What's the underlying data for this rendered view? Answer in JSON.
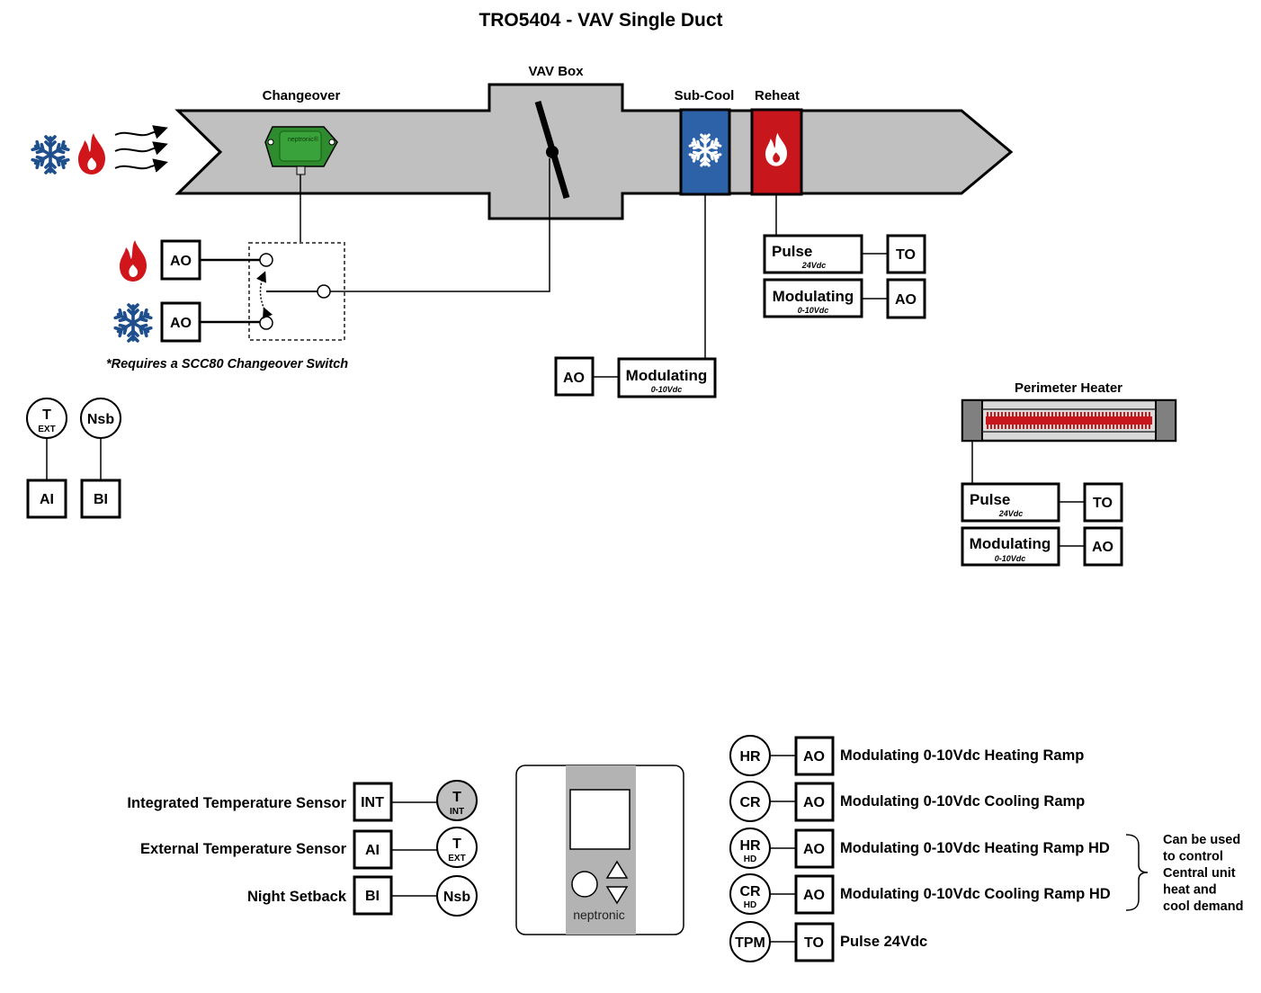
{
  "title": "TRO5404 - VAV Single Duct",
  "duct": {
    "changeover_label": "Changeover",
    "vav_box_label": "VAV Box",
    "subcool_label": "Sub-Cool",
    "reheat_label": "Reheat",
    "sensor_logo": "neptronic®"
  },
  "changeover": {
    "heat_output": "AO",
    "cool_output": "AO",
    "note": "*Requires a SCC80 Changeover Switch"
  },
  "subcool_output": {
    "mode": "Modulating",
    "signal": "0-10Vdc",
    "type": "AO"
  },
  "reheat_outputs": [
    {
      "mode": "Pulse",
      "signal": "24Vdc",
      "type": "TO"
    },
    {
      "mode": "Modulating",
      "signal": "0-10Vdc",
      "type": "AO"
    }
  ],
  "perimeter_heater": {
    "label": "Perimeter Heater",
    "outputs": [
      {
        "mode": "Pulse",
        "signal": "24Vdc",
        "type": "TO"
      },
      {
        "mode": "Modulating",
        "signal": "0-10Vdc",
        "type": "AO"
      }
    ]
  },
  "field_inputs": [
    {
      "sensor": "T",
      "sensor_sub": "EXT",
      "io": "AI"
    },
    {
      "sensor": "Nsb",
      "sensor_sub": "",
      "io": "BI"
    }
  ],
  "thermostat_inputs": [
    {
      "label": "Integrated Temperature Sensor",
      "io": "INT",
      "sensor": "T",
      "sensor_sub": "INT"
    },
    {
      "label": "External Temperature Sensor",
      "io": "AI",
      "sensor": "T",
      "sensor_sub": "EXT"
    },
    {
      "label": "Night Setback",
      "io": "BI",
      "sensor": "Nsb",
      "sensor_sub": ""
    }
  ],
  "thermostat": {
    "brand": "neptronic"
  },
  "thermostat_outputs": [
    {
      "code": "HR",
      "code_sub": "",
      "io": "AO",
      "desc": "Modulating 0-10Vdc Heating Ramp"
    },
    {
      "code": "CR",
      "code_sub": "",
      "io": "AO",
      "desc": "Modulating 0-10Vdc Cooling Ramp"
    },
    {
      "code": "HR",
      "code_sub": "HD",
      "io": "AO",
      "desc": "Modulating 0-10Vdc Heating Ramp HD"
    },
    {
      "code": "CR",
      "code_sub": "HD",
      "io": "AO",
      "desc": "Modulating 0-10Vdc Cooling Ramp HD"
    },
    {
      "code": "TPM",
      "code_sub": "",
      "io": "TO",
      "desc": "Pulse 24Vdc"
    }
  ],
  "hd_note": [
    "Can be used",
    "to control",
    "Central unit",
    "heat and",
    "cool demand"
  ],
  "icons": {
    "snowflake": "snowflake-icon",
    "flame": "flame-icon",
    "airflow": "airflow-arrows-icon"
  },
  "colors": {
    "duct": "#c0c0c0",
    "subcool": "#2e62a8",
    "reheat": "#c8161d",
    "snowflake": "#1f4e8c",
    "flame": "#d0151b",
    "sensor_green": "#2e8b2e",
    "heater_element": "#c8161d"
  }
}
